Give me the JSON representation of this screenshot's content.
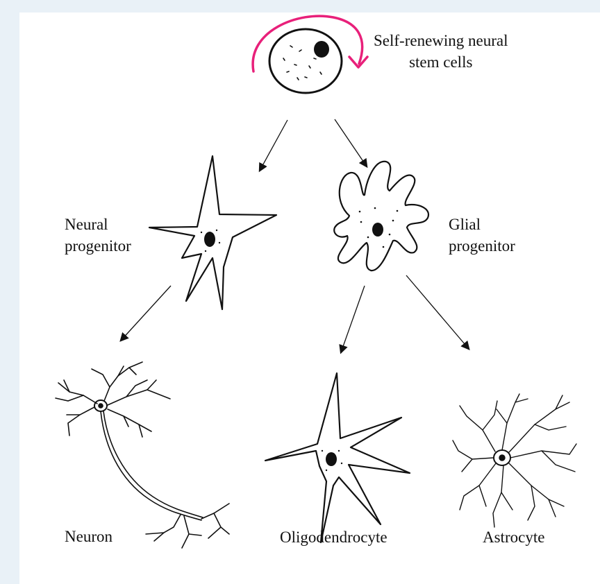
{
  "labels": {
    "stem_cells": [
      "Self-renewing neural",
      "stem cells"
    ],
    "neural_progenitor": [
      "Neural",
      "progenitor"
    ],
    "glial_progenitor": [
      "Glial",
      "progenitor"
    ],
    "neuron": "Neuron",
    "oligodendrocyte": "Oligodendrocyte",
    "astrocyte": "Astrocyte"
  },
  "colors": {
    "background": "#e9f1f7",
    "canvas": "#ffffff",
    "ink": "#111111",
    "renewal_arrow": "#e8207a"
  },
  "icons": [
    "stem-cell",
    "self-renewal-arrow",
    "neural-progenitor-cell",
    "glial-progenitor-cell",
    "neuron-cell",
    "oligodendrocyte-cell",
    "astrocyte-cell"
  ]
}
